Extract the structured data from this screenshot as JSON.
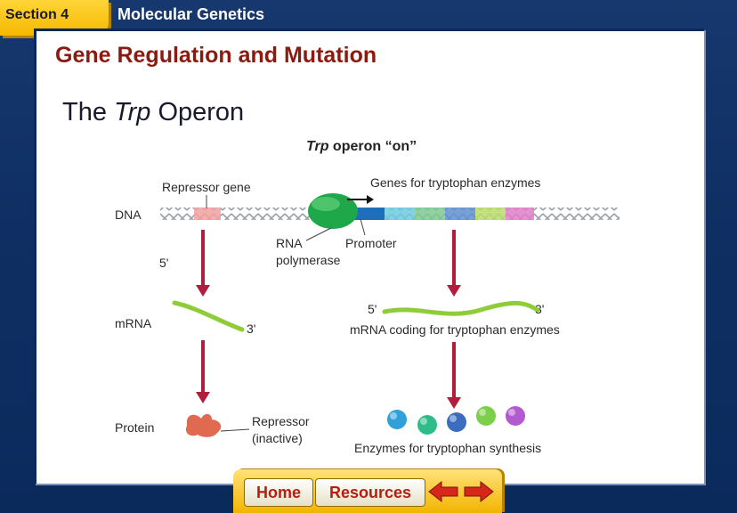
{
  "header": {
    "section_label": "Section 4",
    "chapter_title": "Molecular Genetics"
  },
  "slide": {
    "title": "Gene Regulation and Mutation",
    "subtitle_prefix": "The ",
    "subtitle_italic": "Trp",
    "subtitle_suffix": " Operon"
  },
  "diagram": {
    "heading_italic": "Trp",
    "heading_rest": " operon “on”",
    "labels": {
      "repressor_gene": "Repressor gene",
      "genes_for_enzymes": "Genes for tryptophan enzymes",
      "dna": "DNA",
      "rna": "RNA",
      "polymerase": "polymerase",
      "promoter": "Promoter",
      "five_prime_left": "5'",
      "mrna": "mRNA",
      "three_prime_left": "3'",
      "five_prime_right": "5'",
      "three_prime_right": "3'",
      "mrna_coding": "mRNA coding for tryptophan enzymes",
      "protein": "Protein",
      "repressor": "Repressor",
      "inactive": "(inactive)",
      "enzymes": "Enzymes for tryptophan synthesis"
    },
    "colors": {
      "repressor_gene": "#f2a0a0",
      "polymerase": "#1ea84a",
      "promoter": "#1e6fb8",
      "gene_cyan": "#6ec9e0",
      "gene_green": "#7cc890",
      "gene_blue": "#5f8fd0",
      "gene_lime": "#b8dc6a",
      "gene_pink": "#e07cc8",
      "arrow": "#b01e3c",
      "mrna": "#8fcc3a",
      "repressor_protein": "#e06a50"
    },
    "enzyme_colors": [
      "#2fa0d8",
      "#2ebd8a",
      "#3a6cc0",
      "#7ccf4a",
      "#b45ad0"
    ]
  },
  "nav": {
    "home": "Home",
    "resources": "Resources",
    "back_icon": "left-arrow-icon",
    "forward_icon": "right-arrow-icon"
  }
}
